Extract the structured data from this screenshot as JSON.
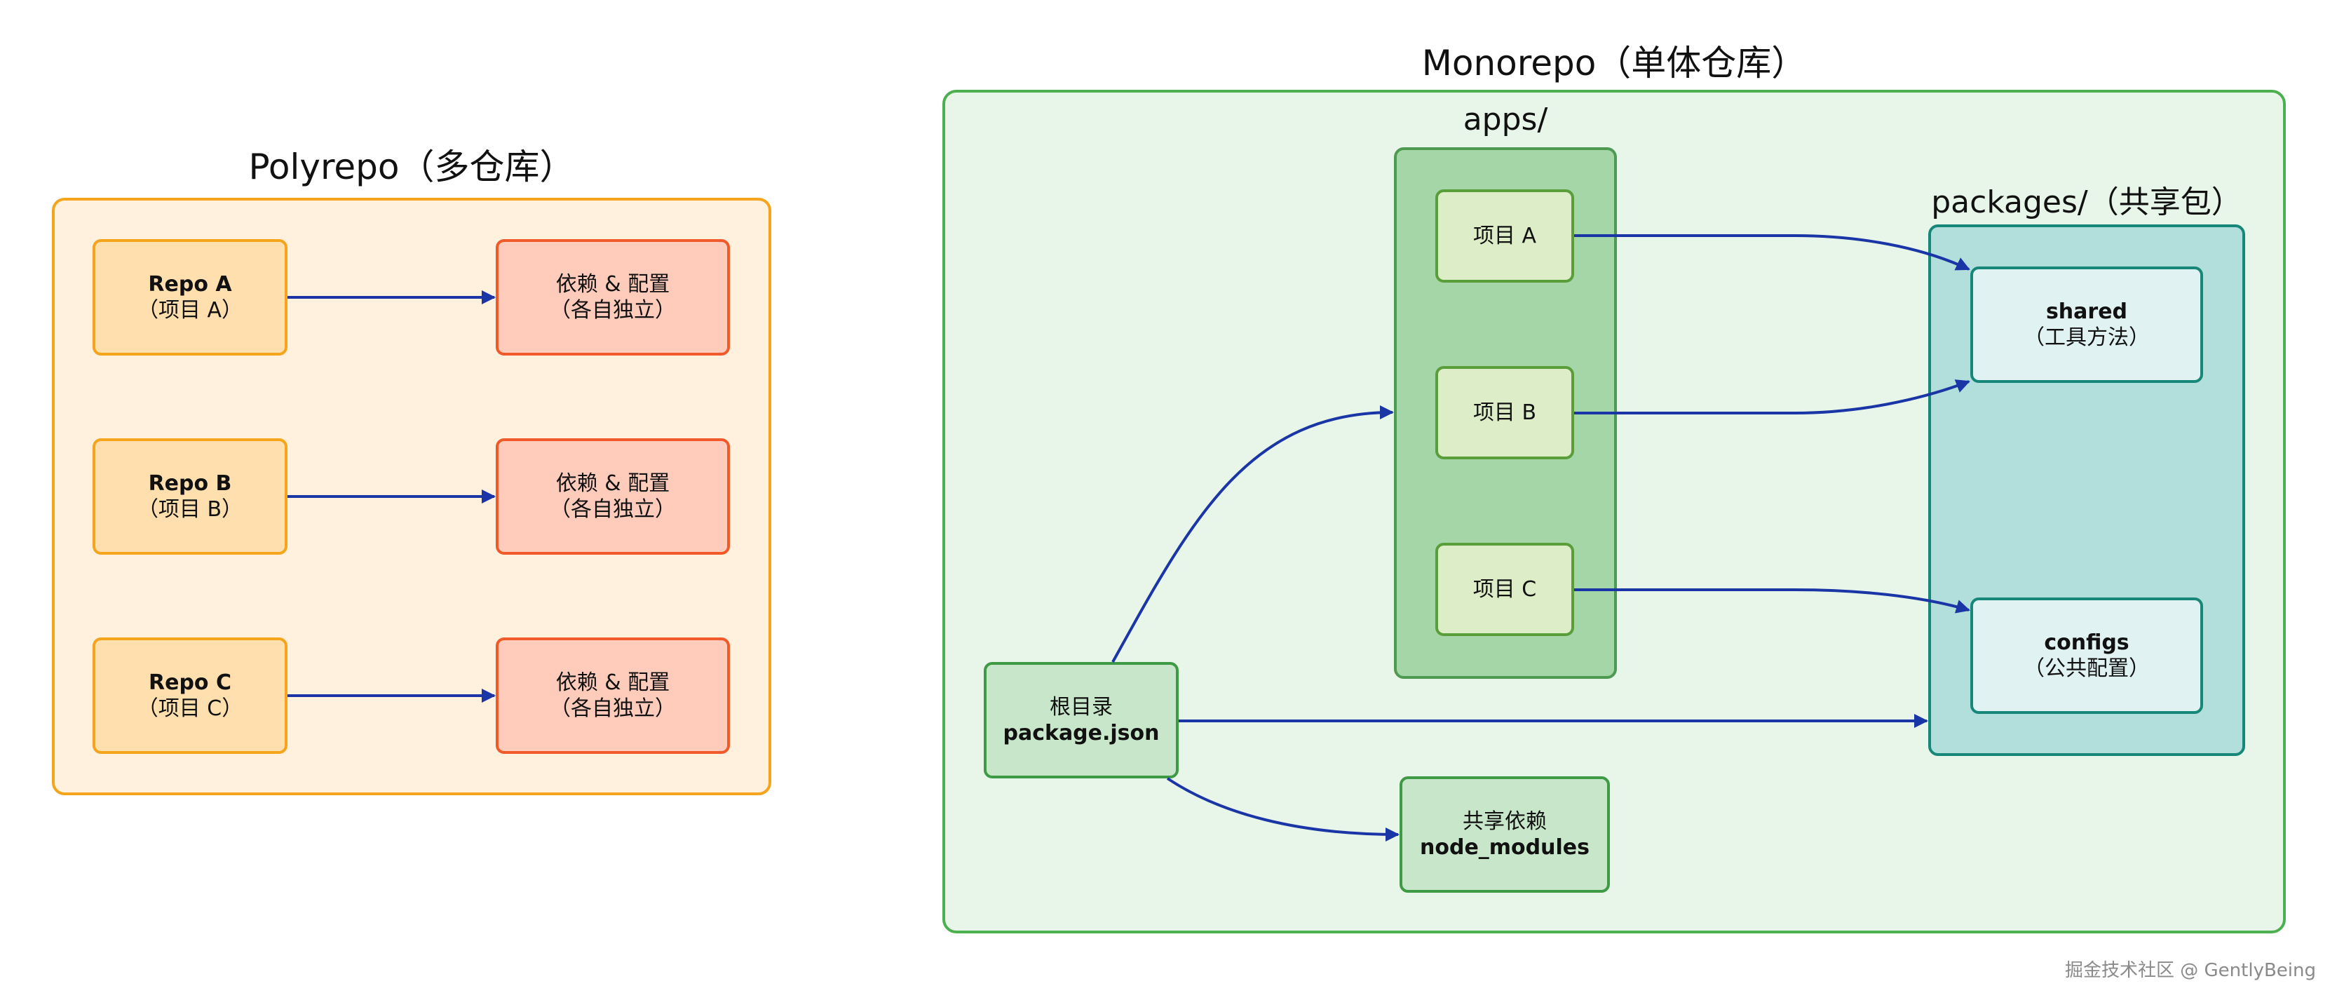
{
  "polyrepo": {
    "title": "Polyrepo（多仓库）",
    "repos": [
      {
        "name": "Repo A",
        "project": "（项目 A）",
        "dep_line1": "依赖 & 配置",
        "dep_line2": "（各自独立）"
      },
      {
        "name": "Repo B",
        "project": "（项目 B）",
        "dep_line1": "依赖 & 配置",
        "dep_line2": "（各自独立）"
      },
      {
        "name": "Repo C",
        "project": "（项目 C）",
        "dep_line1": "依赖 & 配置",
        "dep_line2": "（各自独立）"
      }
    ]
  },
  "monorepo": {
    "title": "Monorepo（单体仓库）",
    "apps": {
      "title": "apps/",
      "items": [
        "项目 A",
        "项目 B",
        "项目 C"
      ]
    },
    "packages": {
      "title": "packages/（共享包）",
      "shared": {
        "name": "shared",
        "desc": "（工具方法）"
      },
      "configs": {
        "name": "configs",
        "desc": "（公共配置）"
      }
    },
    "root": {
      "line1": "根目录",
      "line2": "package.json"
    },
    "node_modules": {
      "line1": "共享依赖",
      "line2": "node_modules"
    }
  },
  "watermark": "掘金技术社区 @ GentlyBeing",
  "colors": {
    "arrow": "#1a35a6",
    "poly_bg": "#fff1de",
    "poly_border": "#f4a51c",
    "mono_bg": "#e8f5e9",
    "mono_border": "#4caf50",
    "apps_bg": "#a5d6a7",
    "packages_bg": "#b2dfdb"
  }
}
